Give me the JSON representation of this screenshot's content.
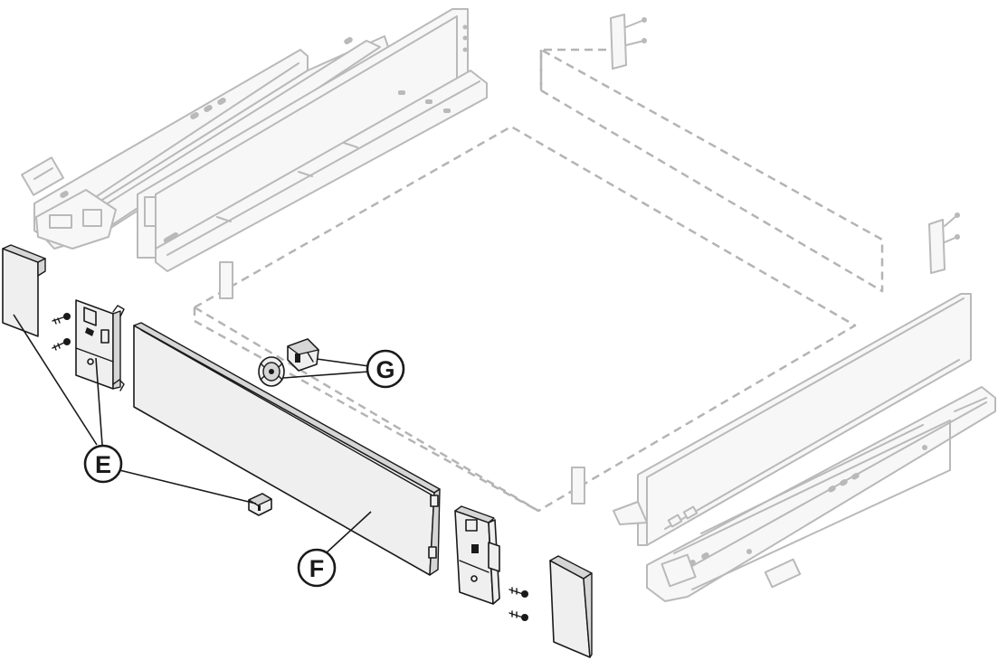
{
  "callouts": {
    "e": {
      "label": "E"
    },
    "f": {
      "label": "F"
    },
    "g": {
      "label": "G"
    }
  },
  "colors": {
    "ink": "#1a1a1a",
    "ghost": "#b9b9b9",
    "panel_fill": "#efefef"
  }
}
